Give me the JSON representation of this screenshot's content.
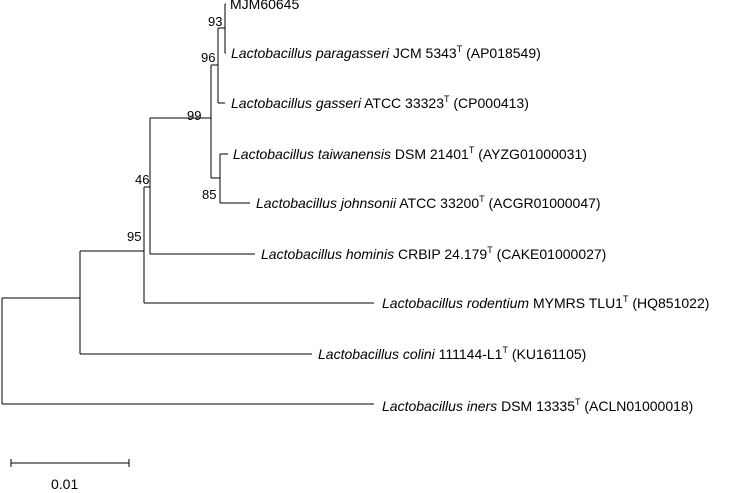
{
  "leaves": [
    {
      "id": "mjm",
      "name": "MJM60645"
    },
    {
      "id": "paragasseri",
      "species": "Lactobacillus paragasseri",
      "strain": "JCM 5343",
      "type_strain": "T",
      "accession": "(AP018549)"
    },
    {
      "id": "gasseri",
      "species": "Lactobacillus gasseri",
      "strain": "ATCC 33323",
      "type_strain": "T",
      "accession": "(CP000413)"
    },
    {
      "id": "taiwanensis",
      "species": "Lactobacillus taiwanensis",
      "strain": "DSM 21401",
      "type_strain": "T",
      "accession": "(AYZG01000031)"
    },
    {
      "id": "johnsonii",
      "species": "Lactobacillus johnsonii",
      "strain": "ATCC 33200",
      "type_strain": "T",
      "accession": "(ACGR01000047)"
    },
    {
      "id": "hominis",
      "species": "Lactobacillus hominis",
      "strain": "CRBIP 24.179",
      "type_strain": "T",
      "accession": "(CAKE01000027)"
    },
    {
      "id": "rodentium",
      "species": "Lactobacillus rodentium",
      "strain": "MYMRS TLU1",
      "type_strain": "T",
      "accession": "(HQ851022)"
    },
    {
      "id": "colini",
      "species": "Lactobacillus colini",
      "strain": "111144-L1",
      "type_strain": "T",
      "accession": "(KU161105)"
    },
    {
      "id": "iners",
      "species": "Lactobacillus iners",
      "strain": "DSM 13335",
      "type_strain": "T",
      "accession": "(ACLN01000018)"
    }
  ],
  "bootstrap": {
    "n93": "93",
    "n96": "96",
    "n99": "99",
    "n85": "85",
    "n46": "46",
    "n95": "95"
  },
  "scale_bar": {
    "label": "0.01"
  }
}
